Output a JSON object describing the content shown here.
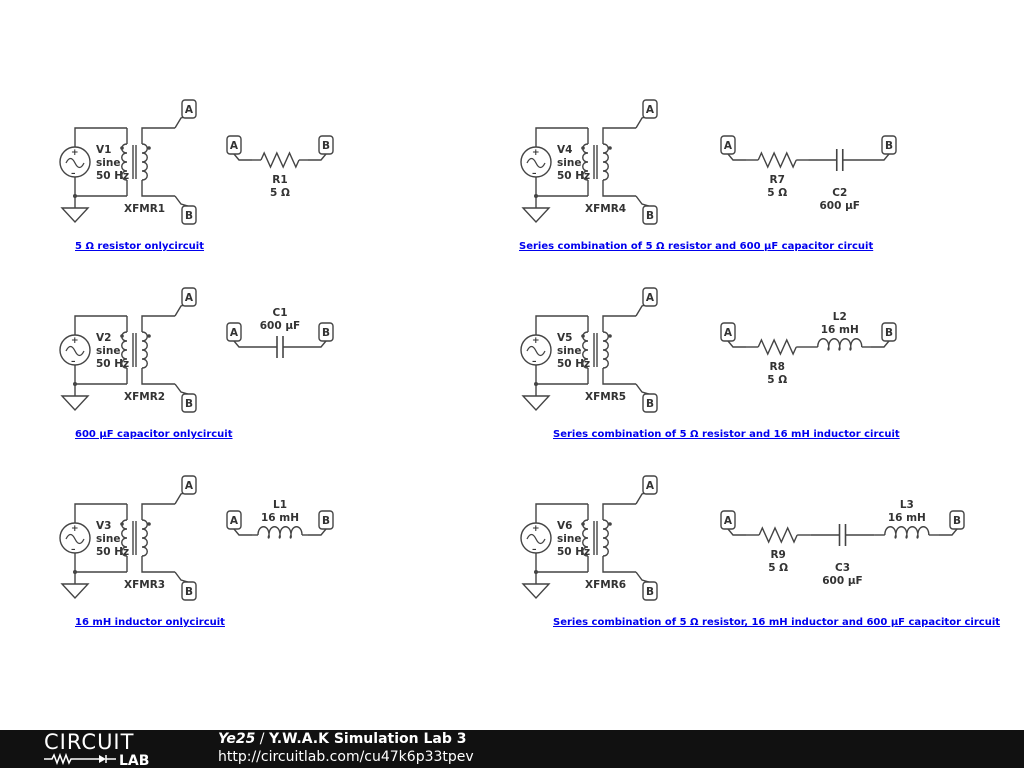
{
  "circuits": [
    {
      "source": {
        "name": "V1",
        "kind": "sine",
        "freq": "50 Hz"
      },
      "transformer": "XFMR1",
      "caption": "5 Ω resistor onlycircuit",
      "components": [
        {
          "type": "resistor",
          "name": "R1",
          "value": "5 Ω"
        }
      ]
    },
    {
      "source": {
        "name": "V2",
        "kind": "sine",
        "freq": "50 Hz"
      },
      "transformer": "XFMR2",
      "caption": "600 µF capacitor onlycircuit",
      "components": [
        {
          "type": "capacitor",
          "name": "C1",
          "value": "600 µF"
        }
      ]
    },
    {
      "source": {
        "name": "V3",
        "kind": "sine",
        "freq": "50 Hz"
      },
      "transformer": "XFMR3",
      "caption": "16 mH inductor onlycircuit",
      "components": [
        {
          "type": "inductor",
          "name": "L1",
          "value": "16 mH"
        }
      ]
    },
    {
      "source": {
        "name": "V4",
        "kind": "sine",
        "freq": "50 Hz"
      },
      "transformer": "XFMR4",
      "caption": "Series combination of 5 Ω resistor and 600 µF capacitor circuit",
      "components": [
        {
          "type": "resistor",
          "name": "R7",
          "value": "5 Ω"
        },
        {
          "type": "capacitor",
          "name": "C2",
          "value": "600 µF"
        }
      ]
    },
    {
      "source": {
        "name": "V5",
        "kind": "sine",
        "freq": "50 Hz"
      },
      "transformer": "XFMR5",
      "caption": "Series combination of 5 Ω resistor and 16 mH inductor circuit",
      "components": [
        {
          "type": "resistor",
          "name": "R8",
          "value": "5 Ω"
        },
        {
          "type": "inductor",
          "name": "L2",
          "value": "16 mH"
        }
      ]
    },
    {
      "source": {
        "name": "V6",
        "kind": "sine",
        "freq": "50 Hz"
      },
      "transformer": "XFMR6",
      "caption": "Series combination of 5 Ω resistor, 16 mH inductor and 600 µF capacitor circuit",
      "components": [
        {
          "type": "resistor",
          "name": "R9",
          "value": "5 Ω"
        },
        {
          "type": "capacitor",
          "name": "C3",
          "value": "600 µF"
        },
        {
          "type": "inductor",
          "name": "L3",
          "value": "16 mH"
        }
      ]
    }
  ],
  "node_labels": {
    "a": "A",
    "b": "B"
  },
  "footer": {
    "logo_top": "CIRCUIT",
    "logo_bottom": "LAB",
    "user": "Ye25",
    "separator": " / ",
    "project": "Y.W.A.K Simulation Lab 3",
    "url": "http://circuitlab.com/cu47k6p33tpev"
  },
  "colors": {
    "wire": "#444444",
    "link": "#0000ee",
    "footer_bg": "#111111"
  }
}
